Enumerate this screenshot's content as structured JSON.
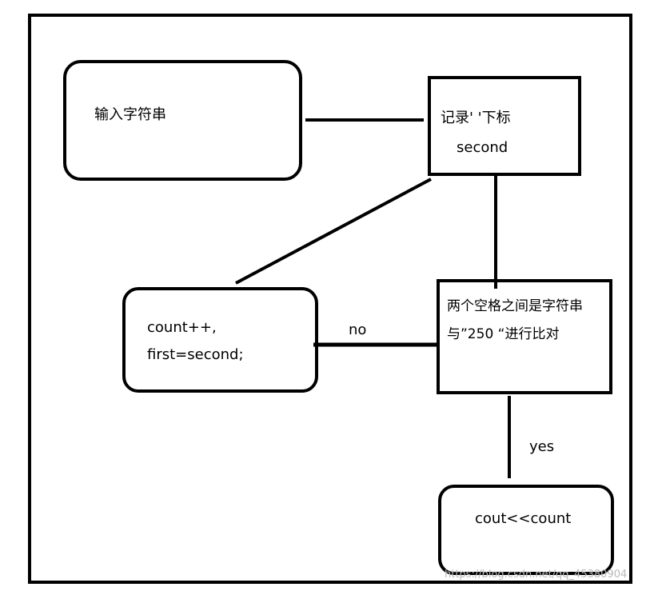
{
  "nodes": {
    "input_string": {
      "text": "输入字符串"
    },
    "record_index": {
      "line1": "记录' '下标",
      "line2": "second"
    },
    "count_update": {
      "line1": "count++,",
      "line2": "first=second;"
    },
    "compare": {
      "line1": "两个空格之间是字符串",
      "line2": "与”250 “进行比对"
    },
    "output": {
      "text": "cout<<count"
    }
  },
  "edges": {
    "no_label": "no",
    "yes_label": "yes"
  },
  "watermark": "https://blog.csdn.net/qq_45380904"
}
